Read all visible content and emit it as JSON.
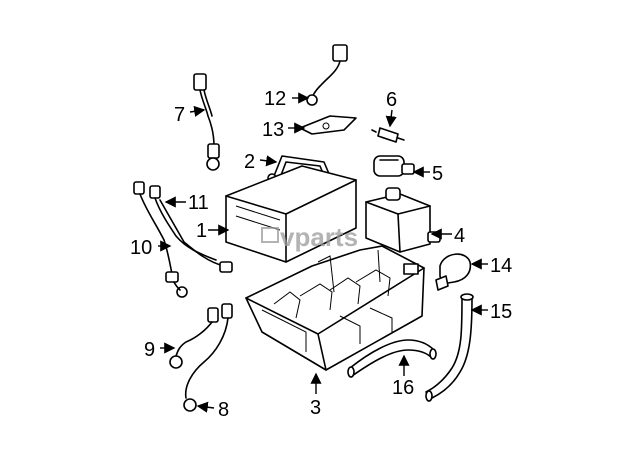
{
  "watermark": "vparts",
  "callouts": [
    {
      "id": "1",
      "label": "1"
    },
    {
      "id": "2",
      "label": "2"
    },
    {
      "id": "3",
      "label": "3"
    },
    {
      "id": "4",
      "label": "4"
    },
    {
      "id": "5",
      "label": "5"
    },
    {
      "id": "6",
      "label": "6"
    },
    {
      "id": "7",
      "label": "7"
    },
    {
      "id": "8",
      "label": "8"
    },
    {
      "id": "9",
      "label": "9"
    },
    {
      "id": "10",
      "label": "10"
    },
    {
      "id": "11",
      "label": "11"
    },
    {
      "id": "12",
      "label": "12"
    },
    {
      "id": "13",
      "label": "13"
    },
    {
      "id": "14",
      "label": "14"
    },
    {
      "id": "15",
      "label": "15"
    },
    {
      "id": "16",
      "label": "16"
    }
  ]
}
